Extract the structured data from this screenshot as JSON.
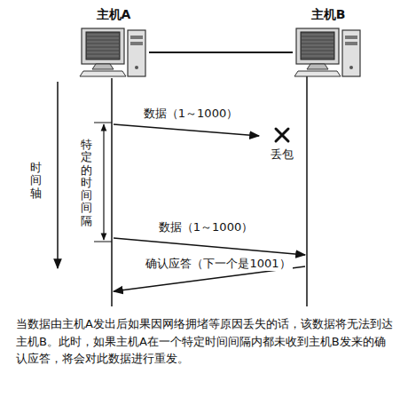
{
  "diagram": {
    "caption": "当数据由主机A发出后如果因网络拥堵等原因丢失的话，该数据将无法到达主机B。此时，如果主机A在一个特定时间间隔内都未收到主机B发来的确认应答，将会对此数据进行重发。",
    "nodes": [
      {
        "text": [
          "主机A"
        ]
      },
      {
        "text": [
          "主机B"
        ]
      }
    ],
    "edges": [
      {
        "from": 0,
        "to": 1,
        "arrow": "none"
      }
    ],
    "labels": [
      "时间轴",
      "特定的时间间隔",
      "数据（1～1000）",
      "丢包",
      "数据（1～1000）",
      "确认应答（下一个是1001）"
    ]
  }
}
